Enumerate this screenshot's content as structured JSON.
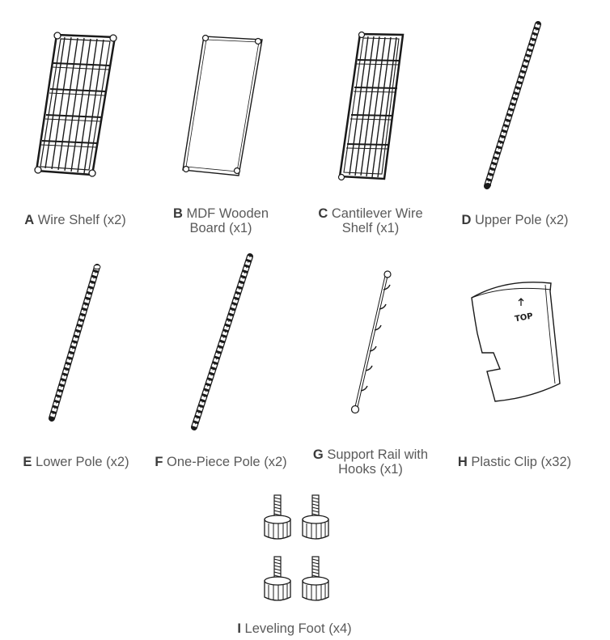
{
  "parts": [
    {
      "letter": "A",
      "line1": "Wire Shelf (x2)",
      "line2": ""
    },
    {
      "letter": "B",
      "line1": "MDF Wooden",
      "line2": "Board (x1)"
    },
    {
      "letter": "C",
      "line1": "Cantilever Wire",
      "line2": "Shelf (x1)"
    },
    {
      "letter": "D",
      "line1": "Upper Pole (x2)",
      "line2": ""
    },
    {
      "letter": "E",
      "line1": "Lower Pole (x2)",
      "line2": ""
    },
    {
      "letter": "F",
      "line1": "One-Piece Pole (x2)",
      "line2": ""
    },
    {
      "letter": "G",
      "line1": "Support Rail with",
      "line2": "Hooks (x1)"
    },
    {
      "letter": "H",
      "line1": "Plastic Clip (x32)",
      "line2": ""
    },
    {
      "letter": "I",
      "line1": "Leveling Foot (x4)",
      "line2": ""
    }
  ],
  "clip_text": "TOP",
  "icons": {
    "wire_shelf": "wire-shelf-icon",
    "mdf_board": "mdf-board-icon",
    "cantilever_shelf": "cantilever-shelf-icon",
    "pole": "pole-icon",
    "support_rail": "support-rail-icon",
    "plastic_clip": "plastic-clip-icon",
    "leveling_foot": "leveling-foot-icon"
  }
}
